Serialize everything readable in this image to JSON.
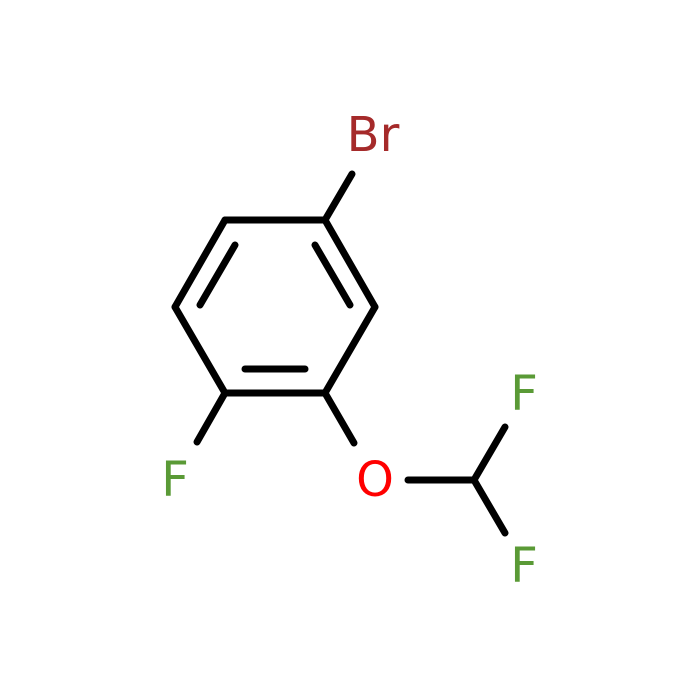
{
  "molecule": {
    "atoms": {
      "br": {
        "label": "Br",
        "color": "#a52a2a"
      },
      "o": {
        "label": "O",
        "color": "#ff0000"
      },
      "f_ring": {
        "label": "F",
        "color": "#5a9a36"
      },
      "f_top": {
        "label": "F",
        "color": "#5a9a36"
      },
      "f_bottom": {
        "label": "F",
        "color": "#5a9a36"
      }
    },
    "bond_color": "#000000"
  }
}
